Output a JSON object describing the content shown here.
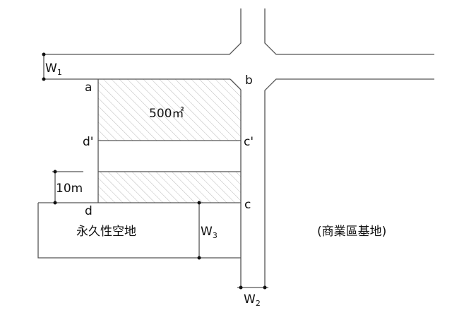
{
  "labels": {
    "a": "a",
    "b": "b",
    "c": "c",
    "d": "d",
    "c_prime": "c'",
    "d_prime": "d'",
    "area": "500㎡",
    "ten_m": "10m",
    "w1": "W",
    "w1_sub": "1",
    "w2": "W",
    "w2_sub": "2",
    "w3": "W",
    "w3_sub": "3",
    "open_space": "永久性空地",
    "commercial": "(商業區基地)"
  },
  "colors": {
    "line": "#555555",
    "hatch": "#bbbbbb"
  }
}
